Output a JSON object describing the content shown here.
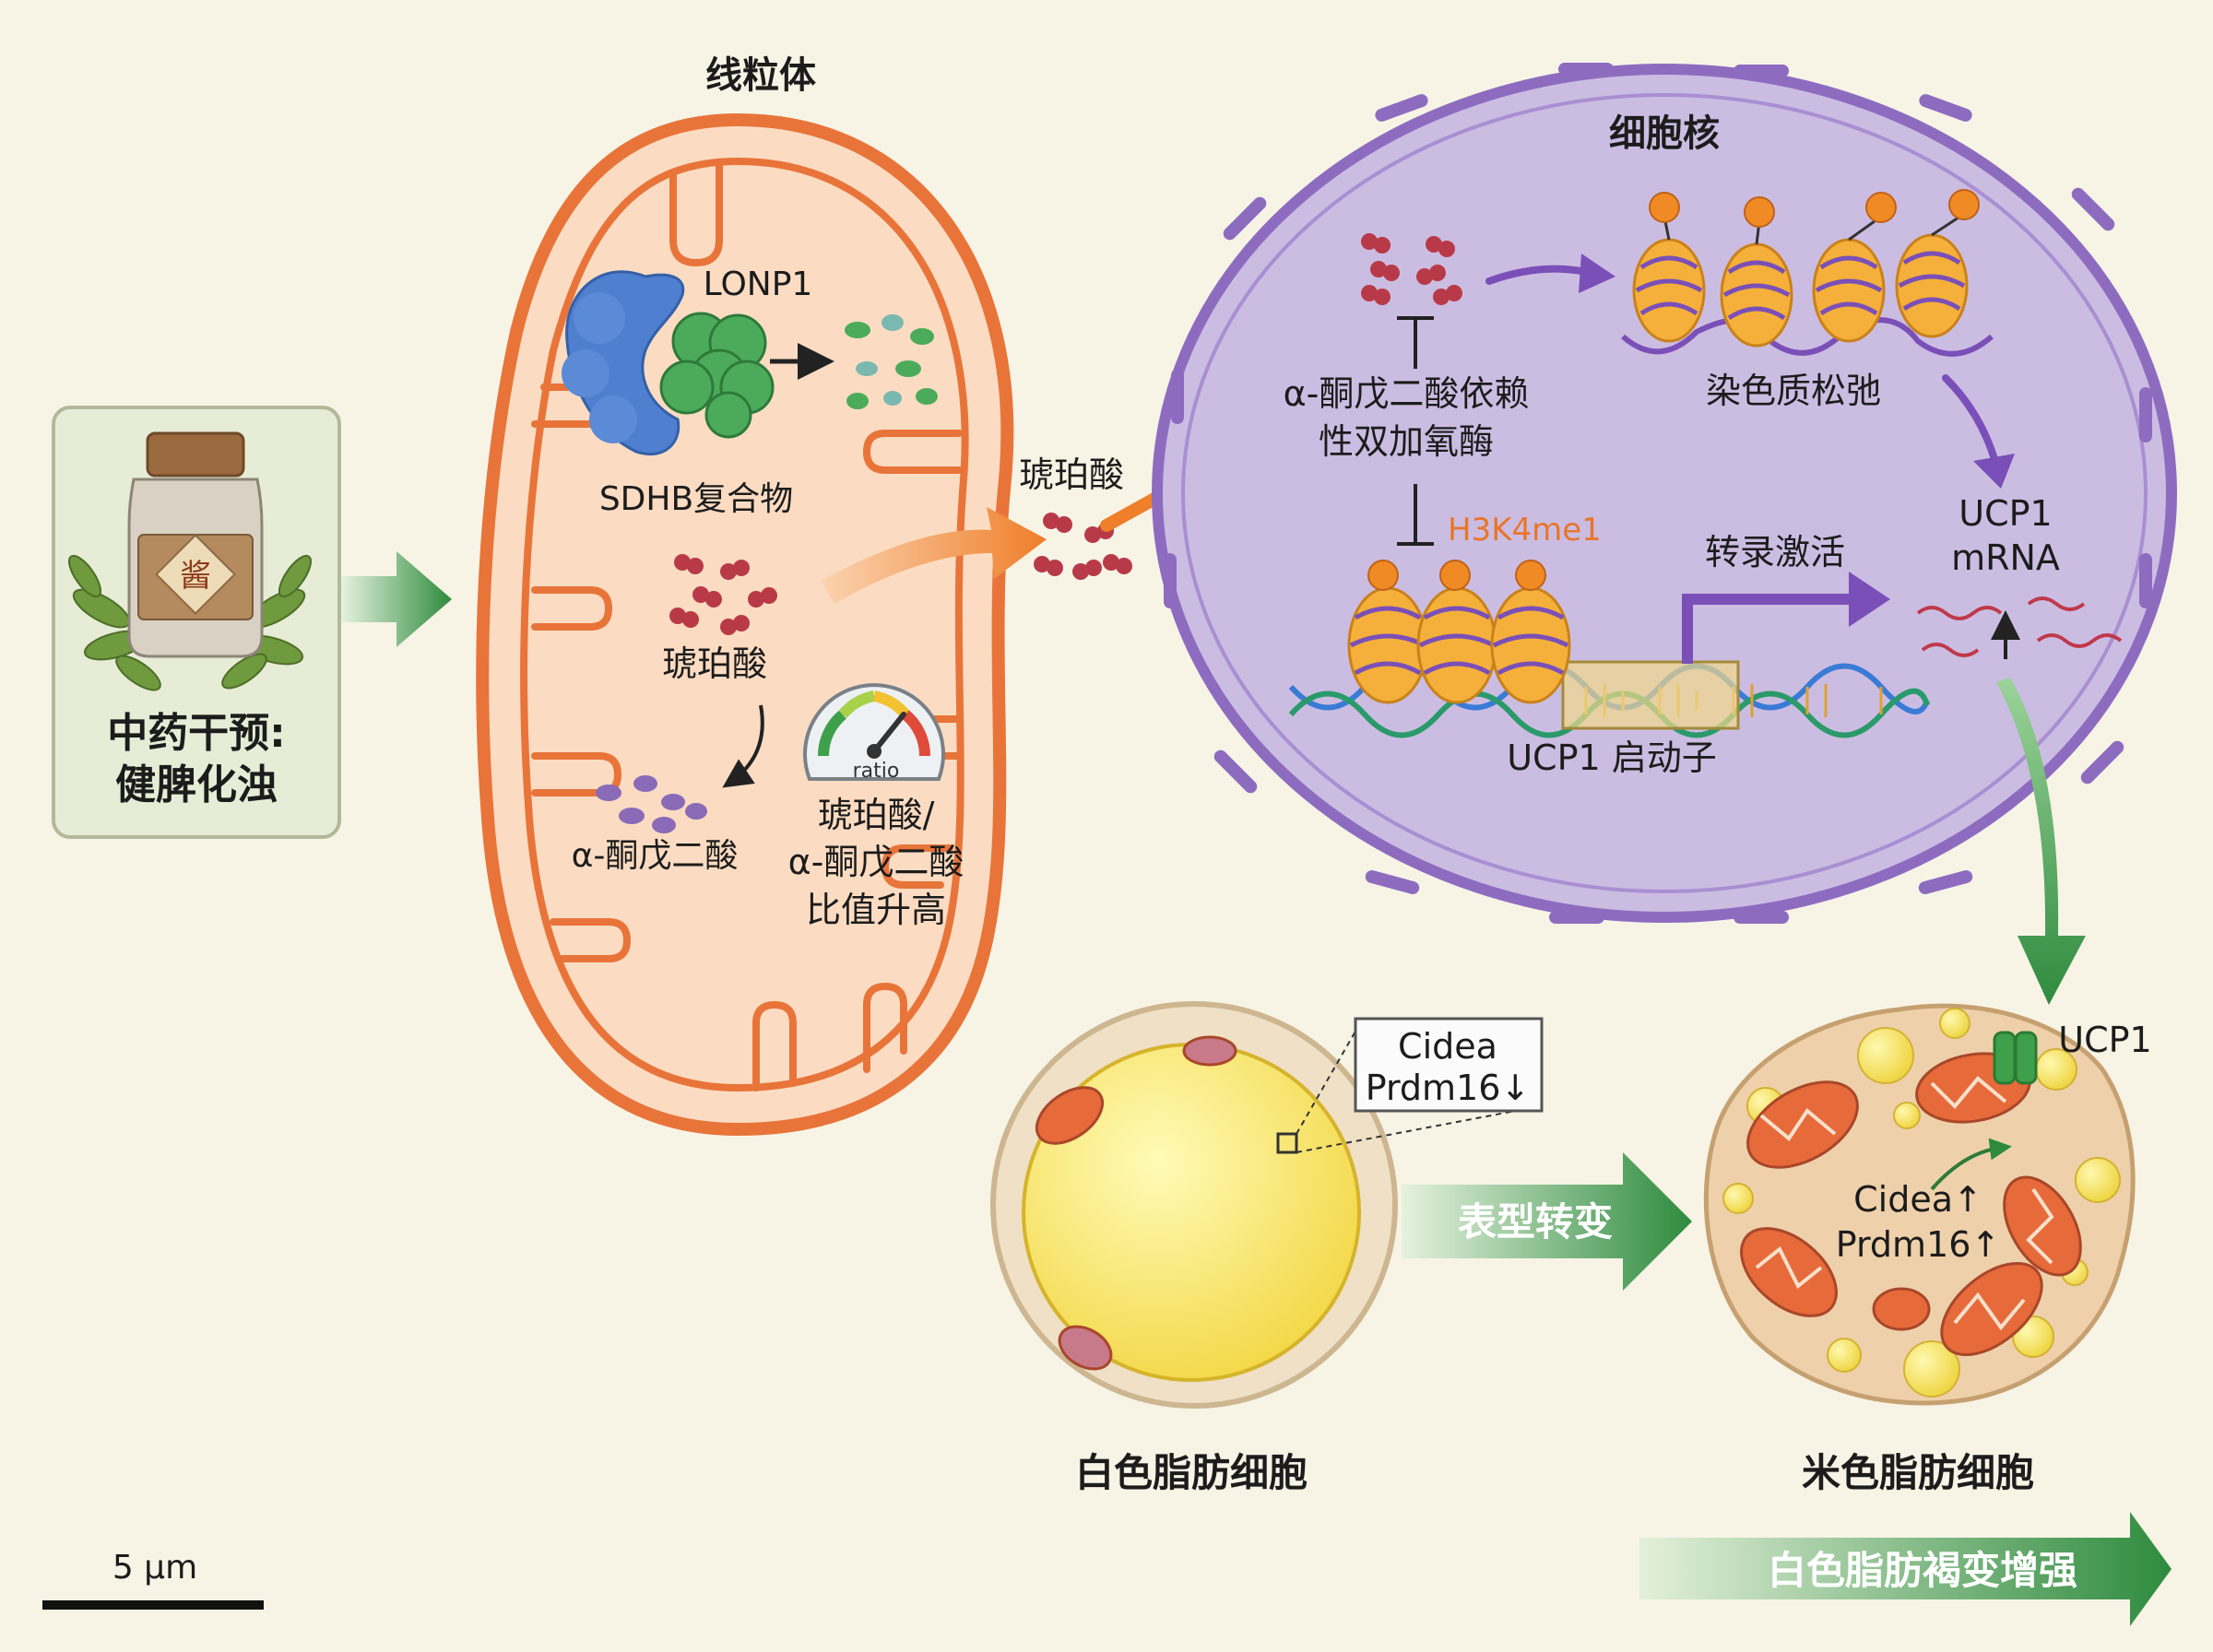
{
  "tcm": {
    "line1": "中药干预:",
    "line2": "健脾化浊",
    "seal": "酱"
  },
  "mito": {
    "title": "线粒体",
    "lonp1": "LONP1",
    "sdhb": "SDHB复合物",
    "succinate": "琥珀酸",
    "akg": "α-酮戊二酸",
    "gauge": "ratio",
    "ratio_l1": "琥珀酸/",
    "ratio_l2": "α-酮戊二酸",
    "ratio_l3": "比值升高"
  },
  "cyto": {
    "succinate": "琥珀酸"
  },
  "nucleus": {
    "title": "细胞核",
    "enzyme_l1": "α-酮戊二酸依赖",
    "enzyme_l2": "性双加氧酶",
    "h3k4": "H3K4me1",
    "chromatin": "染色质松弛",
    "activation": "转录激活",
    "promoter": "UCP1 启动子",
    "mrna_l1": "UCP1",
    "mrna_l2": "mRNA"
  },
  "cells": {
    "white_name": "白色脂肪细胞",
    "beige_name": "米色脂肪细胞",
    "transition": "表型转变",
    "white_gene1": "Cidea",
    "white_gene2": "Prdm16↓",
    "beige_gene1": "Cidea↑",
    "beige_gene2": "Prdm16↑",
    "ucp1": "UCP1"
  },
  "bottom": {
    "browning": "白色脂肪褐变增强"
  },
  "scale": {
    "label": "5 μm"
  },
  "colors": {
    "background": "#f7f4e6",
    "mito_fill": "#fbdcc2",
    "mito_stroke": "#e8743a",
    "nucleus_fill": "#cbbde2",
    "nucleus_stroke": "#8d6cc0",
    "succinate": "#b83a48",
    "akg": "#8a6bb8",
    "arrow_green": "#2e8b3e",
    "arrow_orange": "#ef7f2a",
    "arrow_purple": "#7b4fb8",
    "h3k4": "#e8762a"
  }
}
